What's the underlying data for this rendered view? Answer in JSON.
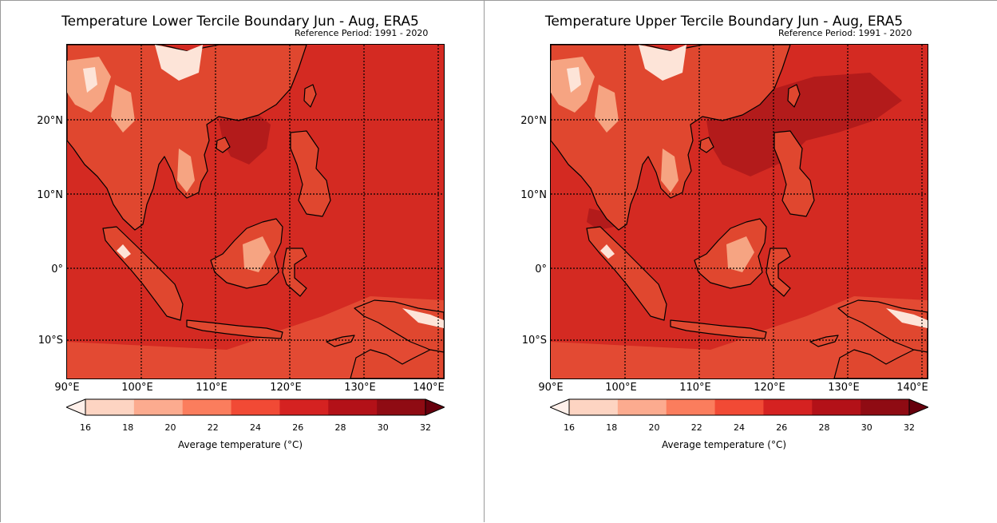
{
  "colors": {
    "sea": "#d42a22",
    "sea_warm": "#b31b1b",
    "sea_cool": "#e34a33",
    "land": "#e0472f",
    "highland": "#f6a482",
    "mountain": "#fde4d8",
    "coast": "#000000"
  },
  "colorbar": {
    "ticks": [
      "16",
      "18",
      "20",
      "22",
      "24",
      "26",
      "28",
      "30",
      "32"
    ],
    "colors": [
      "#fff0ea",
      "#fdd4c2",
      "#fcab8f",
      "#fb7d5d",
      "#f14a35",
      "#d52221",
      "#b31118",
      "#8f0b13",
      "#67000d"
    ],
    "label": "Average temperature (°C)"
  },
  "axes": {
    "lat_labels": [
      "20°N",
      "10°N",
      "0°",
      "10°S"
    ],
    "lon_labels": [
      "90°E",
      "100°E",
      "110°E",
      "120°E",
      "130°E",
      "140°E"
    ]
  },
  "panels": [
    {
      "title": "Temperature Lower Tercile Boundary Jun - Aug, ERA5",
      "reference": "Reference Period: 1991 - 2020",
      "variant": "lower"
    },
    {
      "title": "Temperature Upper Tercile Boundary Jun - Aug, ERA5",
      "reference": "Reference Period: 1991 - 2020",
      "variant": "upper"
    }
  ]
}
